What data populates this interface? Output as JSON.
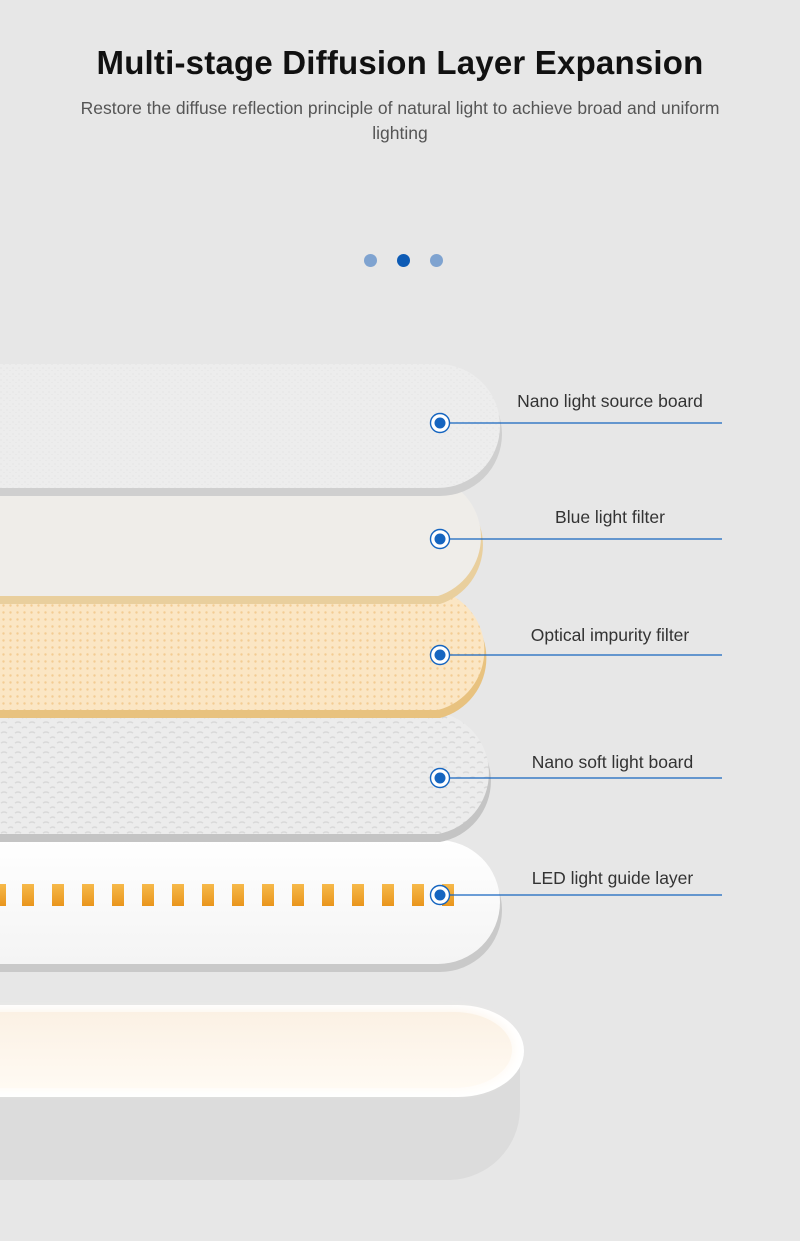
{
  "header": {
    "title": "Multi-stage Diffusion Layer Expansion",
    "subtitle": "Restore the diffuse reflection principle of natural light to achieve broad and uniform lighting"
  },
  "carousel": {
    "dot_count": 3,
    "active_index": 1
  },
  "layers": [
    {
      "label": "Nano light source board"
    },
    {
      "label": "Blue light filter"
    },
    {
      "label": "Optical impurity filter"
    },
    {
      "label": "Nano soft light board"
    },
    {
      "label": "LED light guide layer"
    }
  ],
  "colors": {
    "background": "#e7e7e7",
    "accent_blue": "#1565c0",
    "active_dot": "#0d5bb5",
    "inactive_dot": "#7fa3d0",
    "led_amber": "#f5a623"
  }
}
